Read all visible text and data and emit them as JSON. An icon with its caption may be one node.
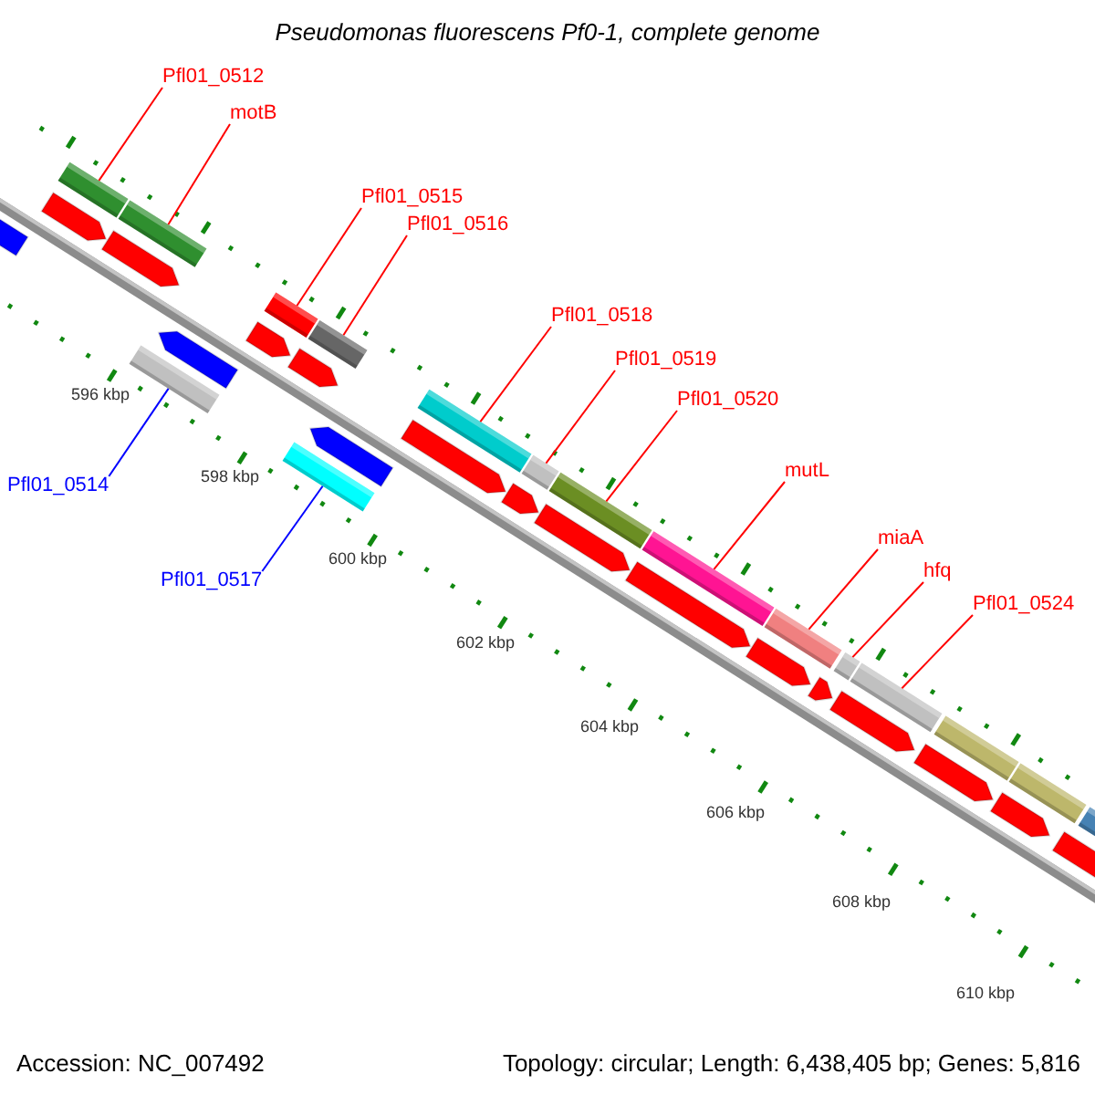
{
  "diagram": {
    "title": "Pseudomonas fluorescens Pf0-1, complete genome",
    "nodes": [
      {
        "text": [
          "Pfl01_0512"
        ]
      },
      {
        "text": [],
        "shape": "bar"
      },
      {
        "text": [
          "motB"
        ]
      },
      {
        "text": [],
        "shape": "bar"
      },
      {
        "text": [
          "Pfl01_0515"
        ]
      },
      {
        "text": [],
        "shape": "bar"
      },
      {
        "text": [
          "Pfl01_0516"
        ]
      },
      {
        "text": [],
        "shape": "bar"
      },
      {
        "text": [
          "Pfl01_0514"
        ]
      },
      {
        "text": [],
        "shape": "bar"
      },
      {
        "text": [
          "Pfl01_0517"
        ]
      },
      {
        "text": [],
        "shape": "bar"
      },
      {
        "text": [
          "Pfl01_0518"
        ]
      },
      {
        "text": [],
        "shape": "bar"
      },
      {
        "text": [
          "Pfl01_0519"
        ]
      },
      {
        "text": [],
        "shape": "bar"
      },
      {
        "text": [
          "Pfl01_0520"
        ]
      },
      {
        "text": [],
        "shape": "bar"
      },
      {
        "text": [
          "mutL"
        ]
      },
      {
        "text": [],
        "shape": "bar"
      },
      {
        "text": [
          "miaA"
        ]
      },
      {
        "text": [],
        "shape": "bar"
      },
      {
        "text": [
          "hfq"
        ]
      },
      {
        "text": [],
        "shape": "bar"
      },
      {
        "text": [
          "Pfl01_0524"
        ]
      },
      {
        "text": [],
        "shape": "bar"
      }
    ],
    "edges": [
      {
        "from": 0,
        "to": 1,
        "arrow": "none"
      },
      {
        "from": 2,
        "to": 3,
        "arrow": "none"
      },
      {
        "from": 4,
        "to": 5,
        "arrow": "none"
      },
      {
        "from": 6,
        "to": 7,
        "arrow": "none"
      },
      {
        "from": 8,
        "to": 9,
        "arrow": "none",
        "color": "#0000ff"
      },
      {
        "from": 10,
        "to": 11,
        "arrow": "none",
        "color": "#0000ff"
      },
      {
        "from": 12,
        "to": 13,
        "arrow": "none"
      },
      {
        "from": 14,
        "to": 15,
        "arrow": "none"
      },
      {
        "from": 16,
        "to": 17,
        "arrow": "none"
      },
      {
        "from": 18,
        "to": 19,
        "arrow": "none"
      },
      {
        "from": 20,
        "to": 21,
        "arrow": "none"
      },
      {
        "from": 22,
        "to": 23,
        "arrow": "none"
      },
      {
        "from": 24,
        "to": 25,
        "arrow": "none"
      }
    ],
    "labels": [
      "596 kbp",
      "598 kbp",
      "600 kbp",
      "602 kbp",
      "604 kbp",
      "606 kbp",
      "608 kbp",
      "610 kbp",
      "Accession: NC_007492",
      "Topology: circular; Length: 6,438,405 bp; Genes: 5,816"
    ]
  }
}
